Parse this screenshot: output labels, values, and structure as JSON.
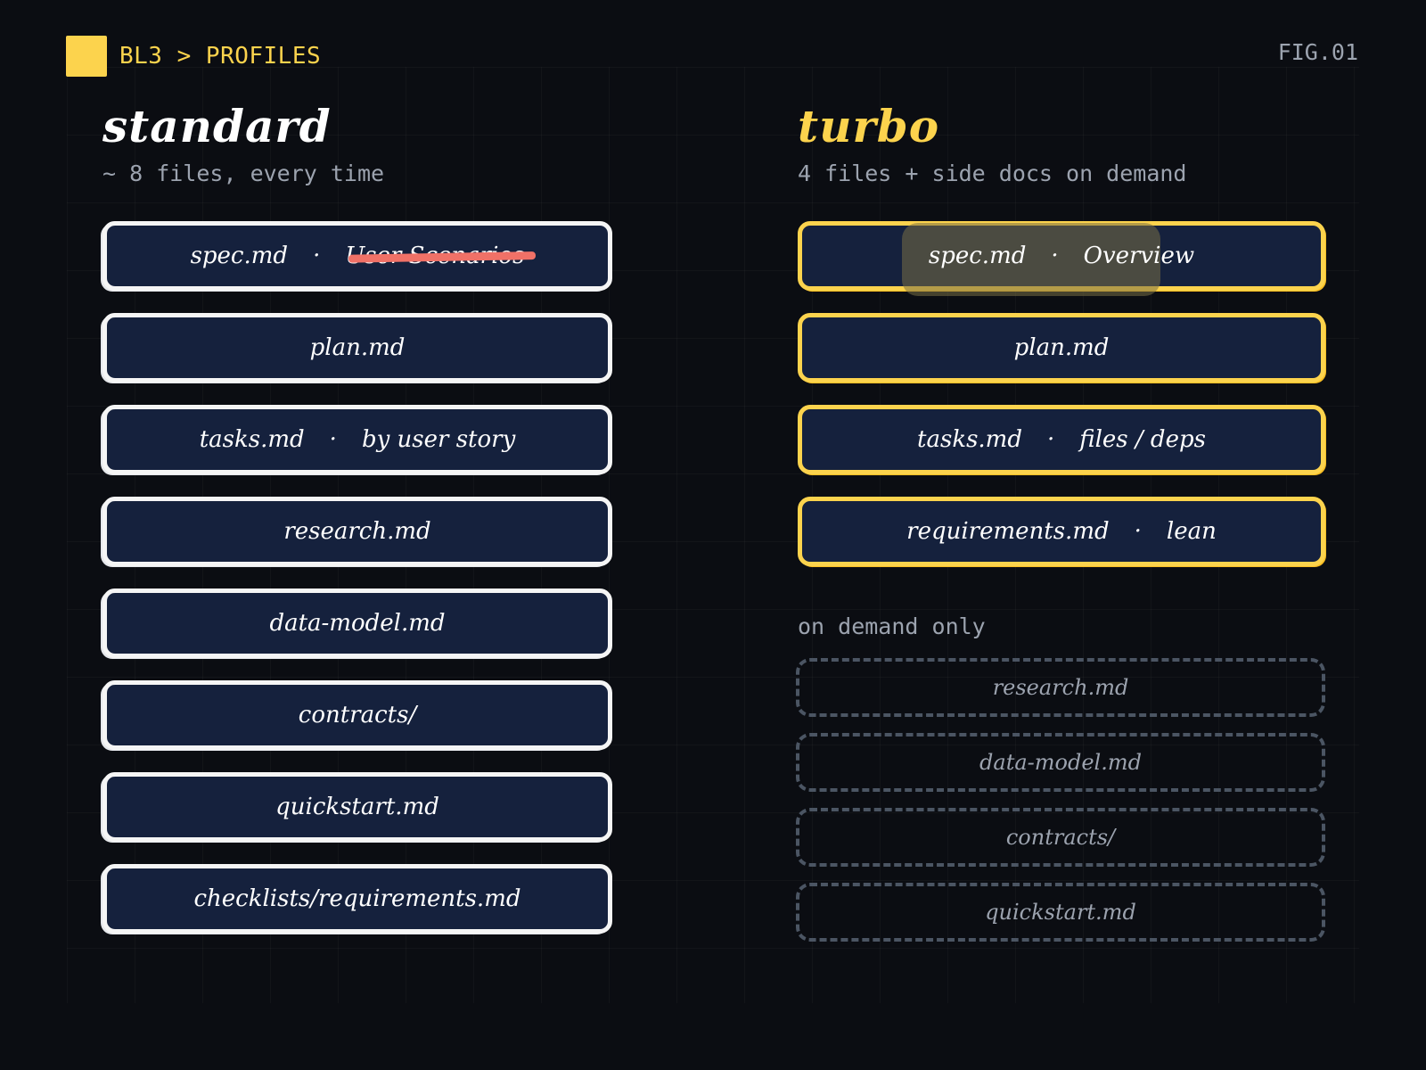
{
  "header": {
    "breadcrumb": "BL3 > PROFILES",
    "fig": "FIG.01"
  },
  "standard": {
    "title": "standard",
    "subtitle": "~ 8 files, every time",
    "files": [
      {
        "name": "spec.md",
        "note": "User Scenarios",
        "note_struck": true
      },
      {
        "name": "plan.md"
      },
      {
        "name": "tasks.md",
        "note": "by user story"
      },
      {
        "name": "research.md"
      },
      {
        "name": "data-model.md"
      },
      {
        "name": "contracts/"
      },
      {
        "name": "quickstart.md"
      },
      {
        "name": "checklists/requirements.md"
      }
    ]
  },
  "turbo": {
    "title": "turbo",
    "subtitle": "4 files + side docs on demand",
    "files": [
      {
        "name": "spec.md",
        "note": "Overview",
        "highlighted": true
      },
      {
        "name": "plan.md"
      },
      {
        "name": "tasks.md",
        "note": "files / deps"
      },
      {
        "name": "requirements.md",
        "note": "lean"
      }
    ],
    "on_demand_label": "on demand only",
    "on_demand": [
      "research.md",
      "data-model.md",
      "contracts/",
      "quickstart.md"
    ]
  },
  "colors": {
    "background": "#0b0d12",
    "accent": "#fcd34d",
    "card": "#15213d",
    "strike": "#f07167",
    "muted": "#9ca3af"
  }
}
